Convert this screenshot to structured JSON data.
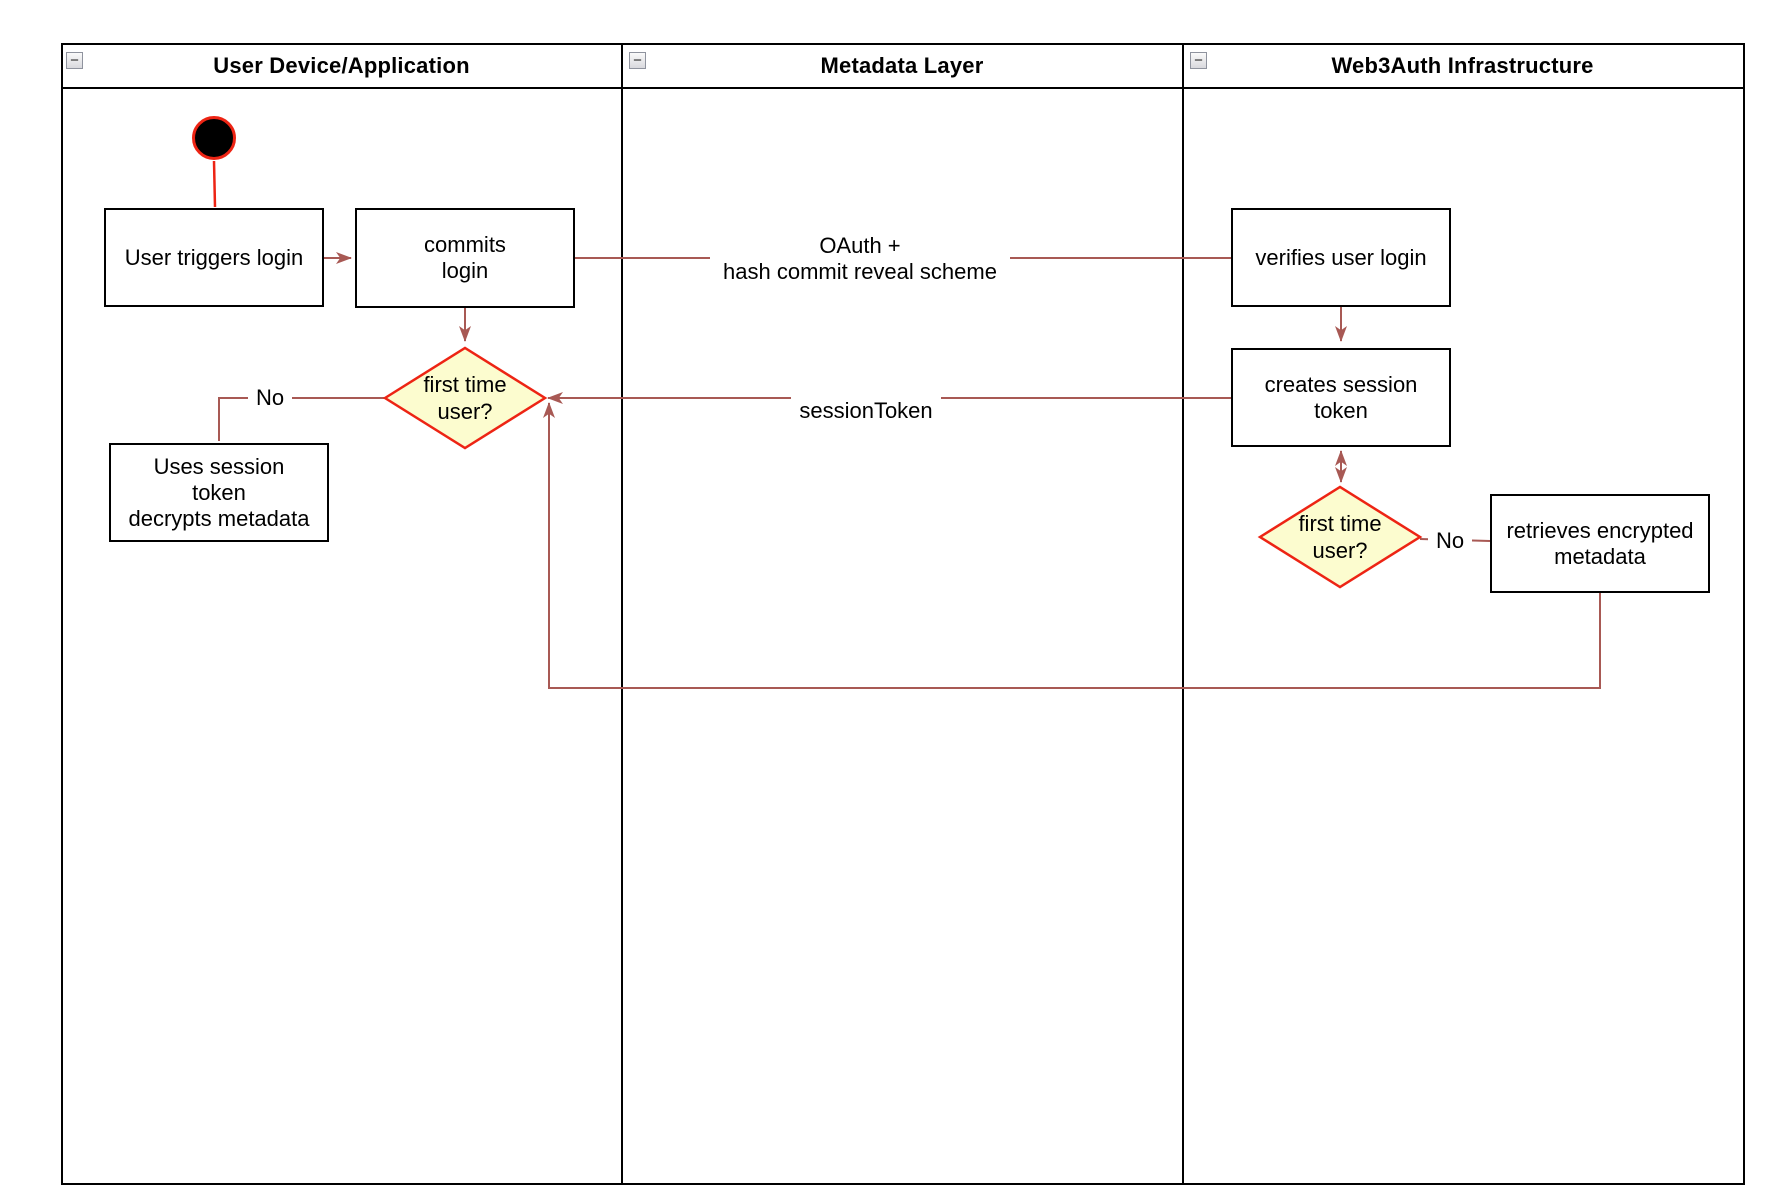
{
  "lanes": [
    {
      "title": "User Device/Application"
    },
    {
      "title": "Metadata Layer"
    },
    {
      "title": "Web3Auth Infrastructure"
    }
  ],
  "icons": {
    "collapse_glyph": "−"
  },
  "nodes": {
    "user_triggers_login": "User triggers login",
    "commits_login": "commits\nlogin",
    "first_time_user_1": "first time\nuser?",
    "uses_session_token": "Uses session\ntoken\ndecrypts metadata",
    "verifies_user_login": "verifies user login",
    "creates_session_token": "creates session\ntoken",
    "first_time_user_2": "first time\nuser?",
    "retrieves_encrypted_metadata": "retrieves encrypted\nmetadata"
  },
  "edge_labels": {
    "oauth": "OAuth +\nhash commit reveal scheme",
    "session_token": "sessionToken",
    "no_1": "No",
    "no_2": "No"
  },
  "colors": {
    "edge": "#A85954",
    "accent_red": "#ED2414",
    "decision_fill": "#FCFCCF",
    "lane_border": "#000000"
  }
}
